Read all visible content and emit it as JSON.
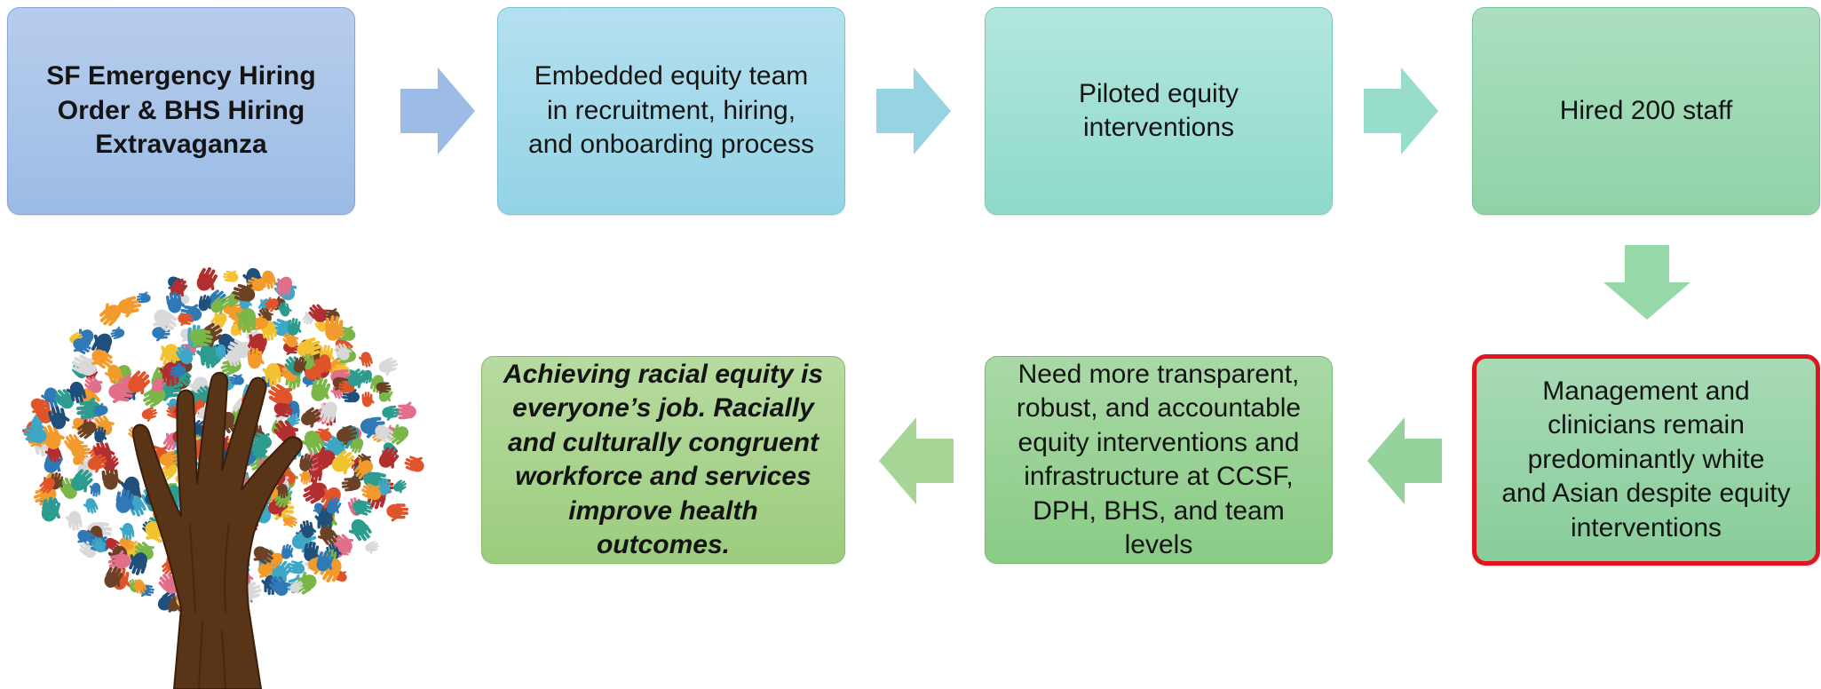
{
  "boxes": {
    "b1": "SF Emergency Hiring\nOrder & BHS Hiring\nExtravaganza",
    "b2": "Embedded equity team\nin recruitment, hiring,\nand onboarding process",
    "b3": "Piloted equity\ninterventions",
    "b4": "Hired 200 staff",
    "b5": "Management and\nclinicians remain\npredominantly white\nand Asian despite equity\ninterventions",
    "b6": "Need more transparent,\nrobust, and accountable\nequity interventions and\ninfrastructure at CCSF,\nDPH, BHS, and team\nlevels",
    "b7": "Achieving racial equity is\neveryone’s job. Racially\nand culturally congruent\nworkforce and services\nimprove health\noutcomes."
  },
  "colors": {
    "highlight_border": "#e0151f",
    "arrow_blue": "#9cbce6",
    "arrow_teal": "#97d4e3",
    "arrow_mint": "#98dccb",
    "arrow_green": "#97d8a8",
    "arrow_green2": "#95d29c",
    "arrow_green3": "#a7d595"
  },
  "icons": {
    "tree": "tree-of-hands-icon",
    "arrow": "block-arrow-icon"
  }
}
